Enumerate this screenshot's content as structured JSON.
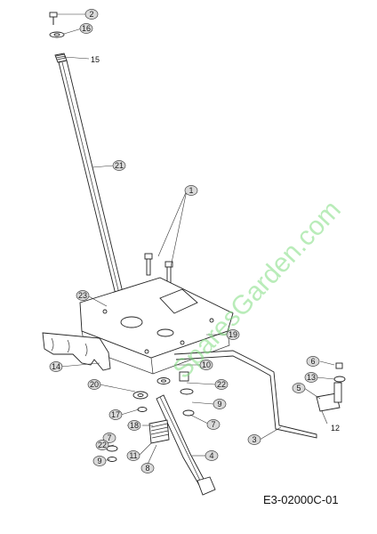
{
  "diagram": {
    "figure_code": "E3-02000C-01",
    "watermark": "SparesGarden.com",
    "callouts": [
      {
        "id": "c2",
        "label": "2"
      },
      {
        "id": "c16a",
        "label": "16"
      },
      {
        "id": "c21",
        "label": "21"
      },
      {
        "id": "c1",
        "label": "1"
      },
      {
        "id": "c23",
        "label": "23"
      },
      {
        "id": "c19",
        "label": "19"
      },
      {
        "id": "c14",
        "label": "14"
      },
      {
        "id": "c10",
        "label": "10"
      },
      {
        "id": "c20",
        "label": "20"
      },
      {
        "id": "c22a",
        "label": "22"
      },
      {
        "id": "c17",
        "label": "17"
      },
      {
        "id": "c9a",
        "label": "9"
      },
      {
        "id": "c18",
        "label": "18"
      },
      {
        "id": "c7a",
        "label": "7"
      },
      {
        "id": "c7b",
        "label": "7"
      },
      {
        "id": "c22b",
        "label": "22"
      },
      {
        "id": "c11",
        "label": "11"
      },
      {
        "id": "c9b",
        "label": "9"
      },
      {
        "id": "c8",
        "label": "8"
      },
      {
        "id": "c4",
        "label": "4"
      },
      {
        "id": "c3",
        "label": "3"
      },
      {
        "id": "c6",
        "label": "6"
      },
      {
        "id": "c13",
        "label": "13"
      },
      {
        "id": "c5",
        "label": "5"
      }
    ],
    "plain_labels": [
      {
        "id": "p15",
        "label": "15"
      },
      {
        "id": "p12",
        "label": "12"
      }
    ]
  }
}
